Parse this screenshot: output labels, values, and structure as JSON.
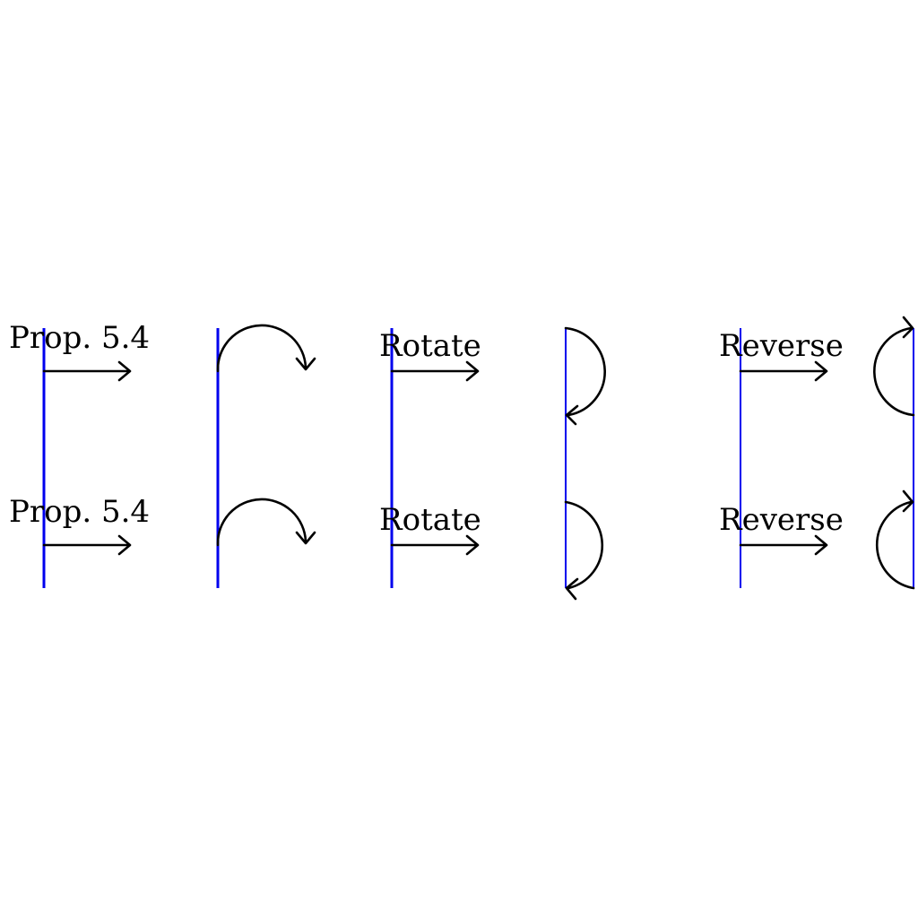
{
  "labels": {
    "step1": "Prop. 5.4",
    "step2": "Rotate",
    "step3": "Reverse"
  },
  "colors": {
    "line": "#0000ee",
    "arrow": "#000000",
    "background": "#ffffff"
  }
}
